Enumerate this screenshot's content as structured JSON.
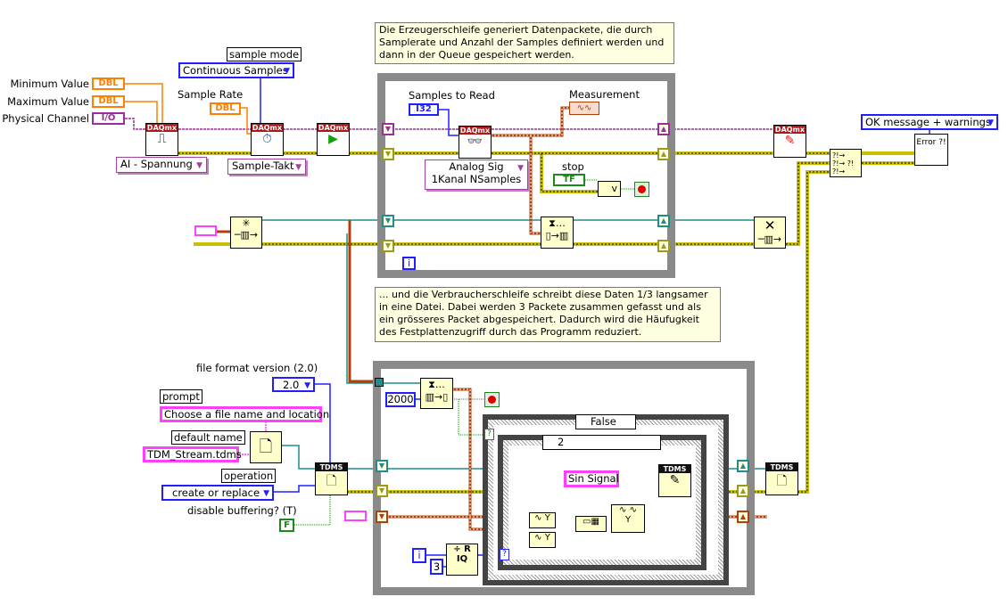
{
  "comments": {
    "producer": "Die Erzeugerschleife generiert Datenpackete, die durch Samplerate und Anzahl der Samples definiert werden und dann in der Queue gespeichert werden.",
    "consumer": "... und die Verbraucherschleife schreibt diese Daten 1/3 langsamer in eine Datei. Dabei werden 3 Packete zusammen gefasst und als ein grösseres Packet abgespeichert. Dadurch wird die Häufugkeit des Festplattenzugriff durch das Programm reduziert."
  },
  "controls": {
    "min_label": "Minimum Value",
    "max_label": "Maximum Value",
    "channel_label": "Physical Channel",
    "dbl": "DBL",
    "io": "I/O",
    "sample_rate_label": "Sample Rate",
    "sample_mode_label": "sample mode",
    "sample_mode_value": "Continuous Samples",
    "samples_to_read_label": "Samples to Read",
    "i32": "I32",
    "measurement_label": "Measurement",
    "stop_label": "stop",
    "tf": "TF",
    "or": "v",
    "iter": "i"
  },
  "polymorphic": {
    "create": "AI - Spannung",
    "timing": "Sample-Takt",
    "read": [
      "Analog Sig",
      "1Kanal NSamples"
    ]
  },
  "nodes": {
    "daqmx": "DAQmx",
    "tdms": "TDMS"
  },
  "error": {
    "mode": "OK message + warnings",
    "icon": "Error ?!"
  },
  "file": {
    "format_label": "file format version (2.0)",
    "format_value": "2.0",
    "prompt_label": "prompt",
    "prompt_value": "Choose a file name and location",
    "default_label": "default name",
    "default_value": "TDM_Stream.tdms",
    "operation_label": "operation",
    "operation_value": "create or replace",
    "buffering_label": "disable buffering? (T)",
    "buffering_value": "F"
  },
  "consumer": {
    "timeout": "2000",
    "case_outer": "False",
    "case_inner": "2",
    "channel_name": "Sin Signal",
    "iter": "i",
    "divisor": "3"
  },
  "colors": {
    "error_wire": "#c8c000",
    "task_wire": "#9a2f9a",
    "queue_wire": "#208c8c",
    "waveform_wire": "#b0400a",
    "int_wire": "#2020ff",
    "bool_wire": "#1a8a1a",
    "string_wire": "#ff40ff"
  }
}
